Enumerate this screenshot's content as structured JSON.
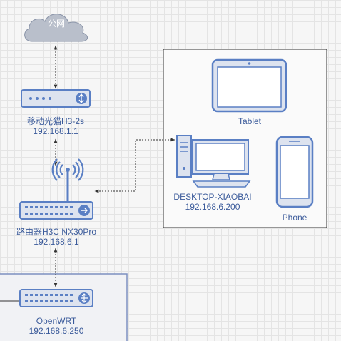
{
  "nodes": {
    "internet": {
      "name": "公网"
    },
    "modem": {
      "name": "移动光猫H3-2s",
      "ip": "192.168.1.1"
    },
    "router": {
      "name": "路由器H3C NX30Pro",
      "ip": "192.168.6.1"
    },
    "openwrt": {
      "name": "OpenWRT",
      "ip": "192.168.6.250"
    },
    "desktop": {
      "name": "DESKTOP-XIAOBAI",
      "ip": "192.168.6.200"
    },
    "tablet": {
      "name": "Tablet"
    },
    "phone": {
      "name": "Phone"
    }
  },
  "colors": {
    "device_fill": "#dde3ef",
    "device_stroke": "#5a7fc4",
    "cloud_fill": "#b9bfcb",
    "text": "#3a5a9a",
    "connector": "#333333"
  }
}
